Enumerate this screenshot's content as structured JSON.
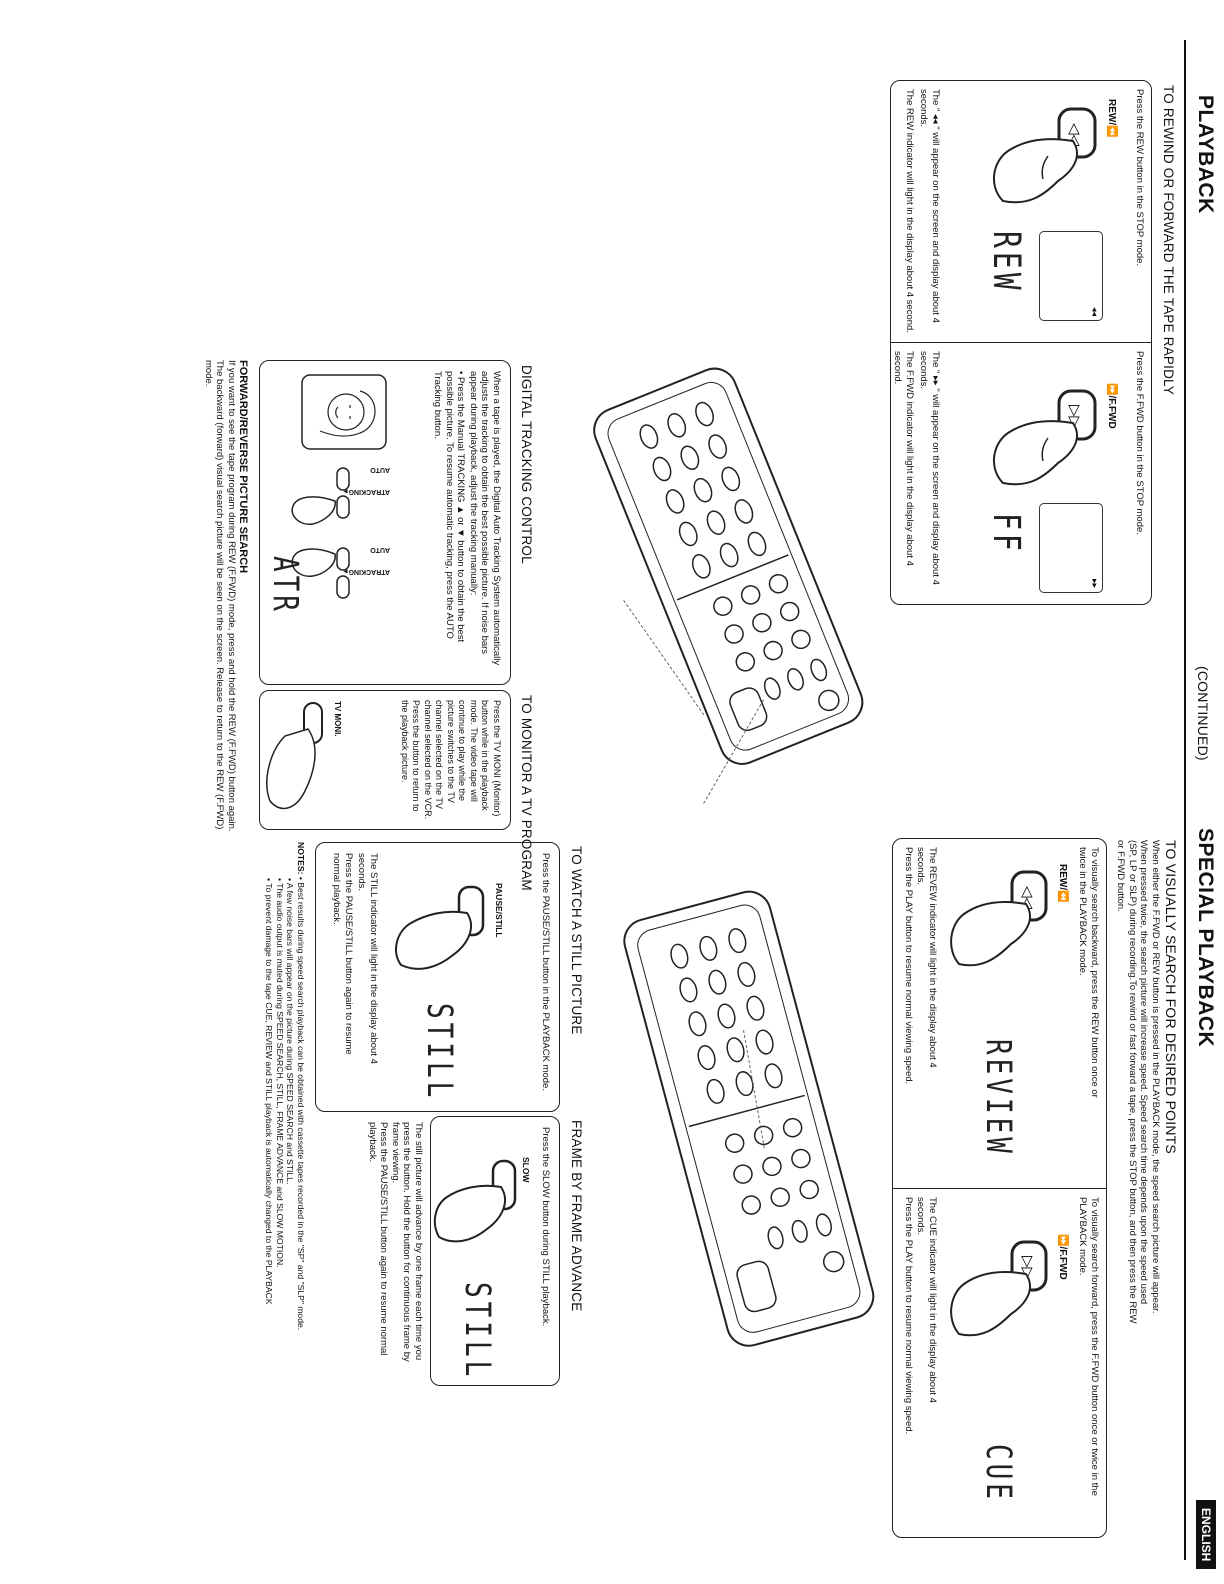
{
  "header": {
    "title_left": "PLAYBACK",
    "continued": "(CONTINUED)",
    "title_right": "SPECIAL PLAYBACK",
    "language": "ENGLISH"
  },
  "rewind": {
    "title": "TO REWIND OR FORWARD THE TAPE RAPIDLY",
    "rew_instr": "Press the REW button in the STOP mode.",
    "rew_label": "REW/⏪",
    "rew_screen_symbol": "◂◂",
    "rew_display": "REW",
    "rew_note": "The \" ◂◂ \" will appear on the screen and display about 4 seconds.",
    "rew_note2": "The REW indicator will light in the display about 4 second.",
    "ff_instr": "Press the F.FWD button in the STOP mode.",
    "ff_label": "⏩/F.FWD",
    "ff_screen_symbol": "▸▸",
    "ff_display": "FF",
    "ff_note": "The \" ▸▸ \" will appear on the screen and display about 4 seconds.",
    "ff_note2": "The F.FWD indicator will light in the display about 4 second."
  },
  "tracking": {
    "title": "DIGITAL TRACKING CONTROL",
    "text": "When a tape is played, the Digital Auto Tracking System automatically adjusts the tracking to obtain the best possible picture. If noise bars appear during playback, adjust the tracking manually:",
    "bullet": "• Press the Manual TRACKING ▲ or ▼ button to obtain the best possible picture. To resume automatic tracking, press the AUTO Tracking button.",
    "auto_label": "AUTO",
    "tracking_down_label": "ATRACKING▼",
    "auto_label2": "AUTO",
    "tracking_up_label": "ATRACKING▼",
    "display": "ATR"
  },
  "monitor": {
    "title": "TO MONITOR A TV PROGRAM",
    "text": "Press the TV MONI (Monitor) button while in the playback mode. The video tape will continue to play while the picture switches to the TV channel selected on the TV channel selected on the VCR. Press the button to return to the playback picture.",
    "button_label": "TV MONI."
  },
  "forward_reverse": {
    "title": "FORWARD/REVERSE PICTURE SEARCH",
    "line1": "If you want to see the tape program during REW (F.FWD) mode, press and hold the REW (F.FWD) button again.",
    "line2": "The backward (forward) visual search picture will be seen on the screen. Release to return to the REW (F.FWD)",
    "line3": "mode."
  },
  "visual_search": {
    "title": "TO VISUALLY SEARCH FOR DESIRED POINTS",
    "line1": "When either the F.FWD or REW button is pressed in the PLAYBACK mode, the speed search picture will appear.",
    "line2": "When pressed twice, the search picture will increase speed. Speed search time depends upon the speed used",
    "line3": "(SP, LP or SLP) during recording.To rewind or fast forward a tape, press the STOP button, and then press the REW",
    "line4": "or F.FWD button.",
    "back_instr": "To visually search backward, press the REW button once or twice in the PLAYBACK mode.",
    "back_label": "REW/⏪",
    "back_display": "REVIEW",
    "back_note": "The REVEW indicator will light in the display about 4 seconds.",
    "back_note2": "Press the PLAY button to resume normal viewing speed.",
    "fwd_instr": "To visually search forward, press the F.FWD button once or twice in the PLAYBACK mode.",
    "fwd_label": "⏩/F.FWD",
    "fwd_display": "CUE",
    "fwd_note": "The CUE indicator will light in the display about 4 seconds.",
    "fwd_note2": "Press the PLAY button to resume normal viewing speed."
  },
  "still": {
    "title": "TO WATCH A STILL PICTURE",
    "instr": "Press the PAUSE/STILL button in the PLAYBACK mode.",
    "button_label": "PAUSE/STILL",
    "display": "STILL",
    "note": "The STILL indicator will light in the display about 4 seconds.",
    "note2": "Press the PAUSE/STILL button again to resume normal playback."
  },
  "frame": {
    "title": "FRAME BY FRAME ADVANCE",
    "instr": "Press the SLOW button during STILL playback.",
    "button_label": "SLOW",
    "display": "STILL",
    "note": "The still picture will advance by one frame each time you press the button. Hold the button for continuous frame by frame viewing.",
    "note2": "Press the PAUSE/STILL button again to resume normal playback."
  },
  "notes": {
    "label": "NOTES:",
    "n1": "• Best results during speed search playback can be obtained with cassette tapes recorded in the \"SP\" and \"SLP\" mode.",
    "n2": "• A few noise bars will appear on the picture during SPEED SEARCH and STILL.",
    "n3": "• The audio output is muted during SPEED SEARCH, STILL, FRAME ADVANCE and SLOW MOTION.",
    "n4": "• To prevent damage to the tape CUE, REVIEW and STILL playback is automatically changed to the PLAYBACK"
  }
}
